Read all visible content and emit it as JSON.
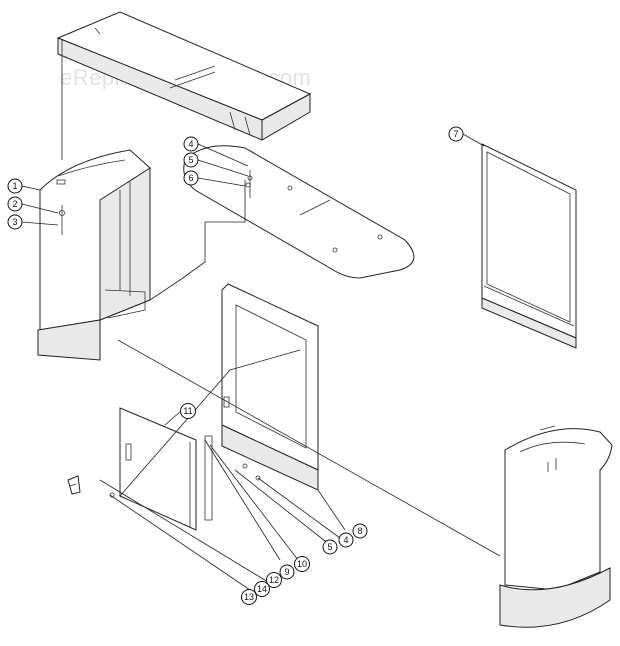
{
  "watermark": "eReplacementParts.com",
  "callouts": [
    {
      "id": "c1",
      "label": "1"
    },
    {
      "id": "c2",
      "label": "2"
    },
    {
      "id": "c3",
      "label": "3"
    },
    {
      "id": "c4a",
      "label": "4"
    },
    {
      "id": "c5a",
      "label": "5"
    },
    {
      "id": "c6",
      "label": "6"
    },
    {
      "id": "c7",
      "label": "7"
    },
    {
      "id": "c11",
      "label": "11"
    },
    {
      "id": "c8",
      "label": "8"
    },
    {
      "id": "c4b",
      "label": "4"
    },
    {
      "id": "c5b",
      "label": "5"
    },
    {
      "id": "c10",
      "label": "10"
    },
    {
      "id": "c9",
      "label": "9"
    },
    {
      "id": "c12",
      "label": "12"
    },
    {
      "id": "c14",
      "label": "14"
    },
    {
      "id": "c13",
      "label": "13"
    }
  ]
}
